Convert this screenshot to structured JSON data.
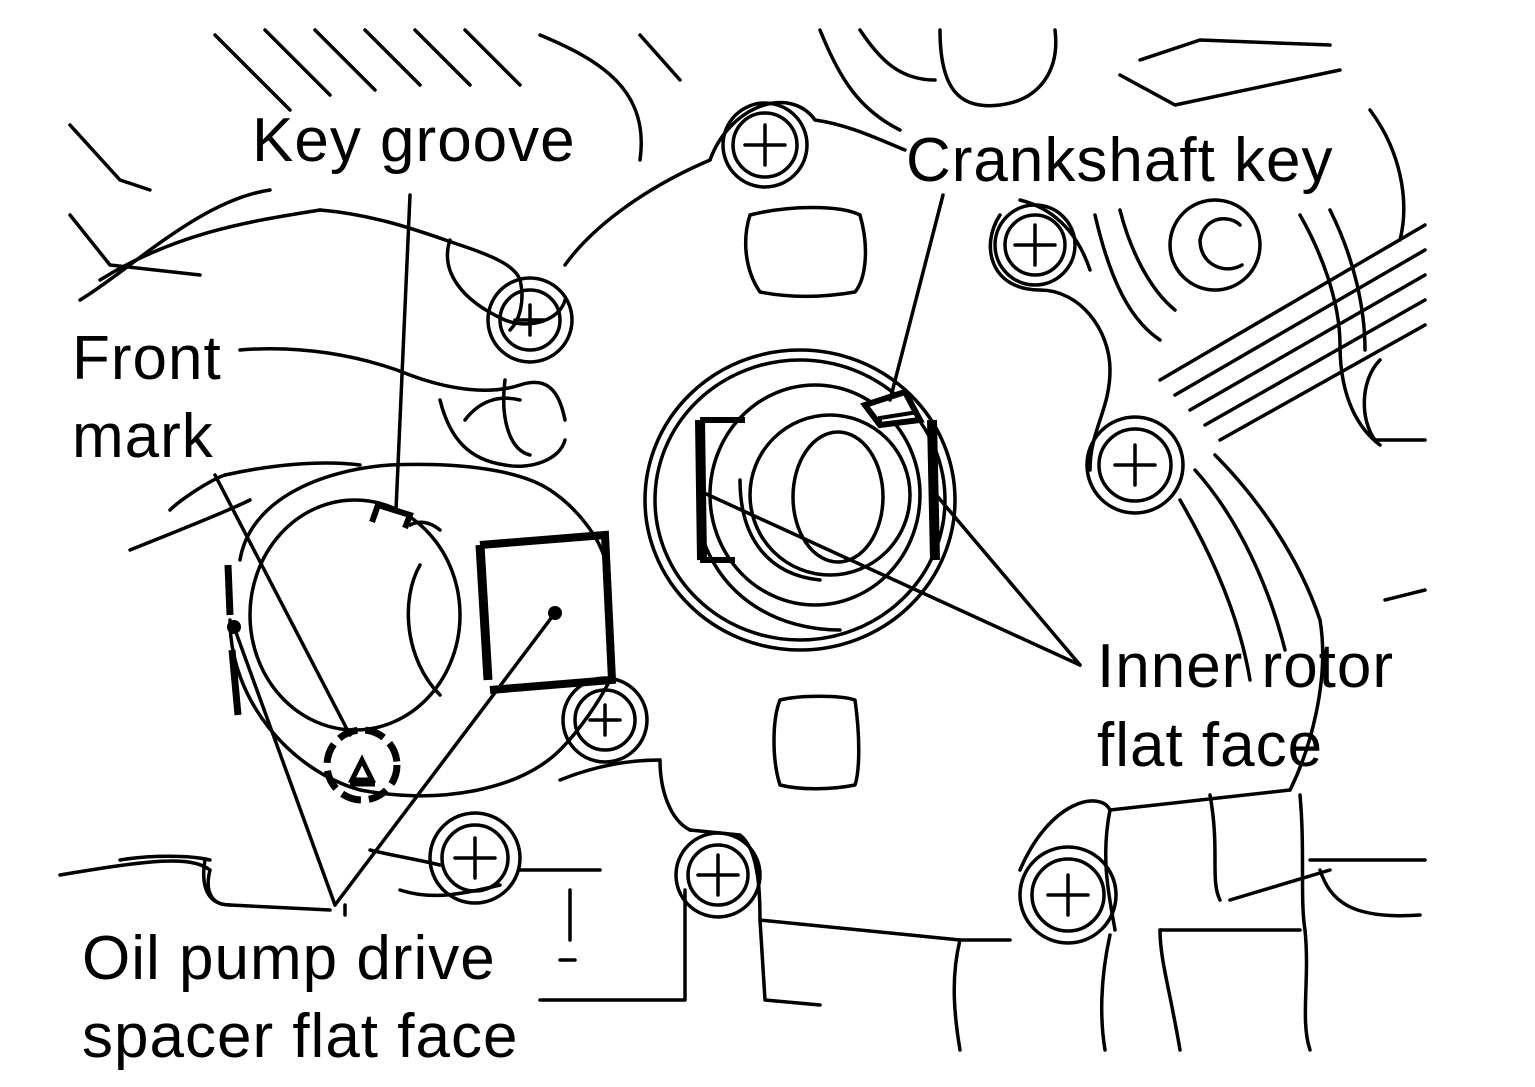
{
  "labels": {
    "key_groove": "Key groove",
    "crankshaft_key": "Crankshaft key",
    "front_mark_1": "Front",
    "front_mark_2": "mark",
    "inner_rotor_1": "Inner rotor",
    "inner_rotor_2": "flat face",
    "oil_pump_1": "Oil pump drive",
    "oil_pump_2": "spacer flat face"
  },
  "colors": {
    "line": "#000000",
    "background": "#ffffff"
  }
}
